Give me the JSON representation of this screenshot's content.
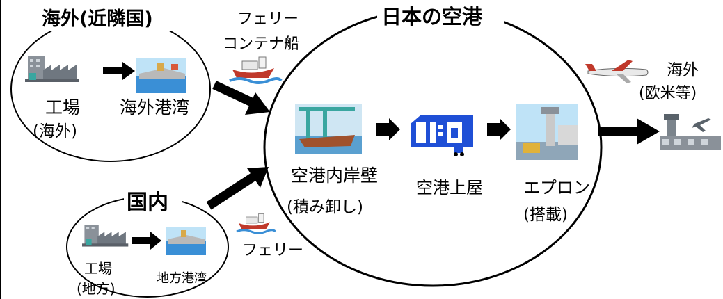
{
  "overseas_region": {
    "title": "海外(近隣国)",
    "factory_label": "工場",
    "factory_sub": "(海外)",
    "port_label": "海外港湾"
  },
  "domestic_region": {
    "title": "国内",
    "factory_label": "工場",
    "factory_sub": "(地方)",
    "port_label": "地方港湾"
  },
  "transport": {
    "ferry_container_line1": "フェリー",
    "ferry_container_line2": "コンテナ船",
    "ferry": "フェリー"
  },
  "japan_airport": {
    "title": "日本の空港",
    "quay_label": "空港内岸壁",
    "quay_sub": "(積み卸し)",
    "warehouse_label": "空港上屋",
    "apron_label": "エプロン",
    "apron_sub": "(搭載)"
  },
  "destination": {
    "line1": "海外",
    "line2": "(欧米等)"
  },
  "icons": [
    "factory-icon",
    "harbor-icon",
    "container-ship-icon",
    "quay-crane-icon",
    "warehouse-icon",
    "forklift-icon",
    "apron-icon",
    "airplane-icon",
    "airport-icon",
    "arrow-icon"
  ],
  "colors": {
    "line": "#000000",
    "water": "#3a8fd6",
    "ship_hull": "#c0392b",
    "warehouse_blue": "#1f4fd6",
    "sky": "#bfe3f7",
    "building_gray": "#8a9199"
  }
}
